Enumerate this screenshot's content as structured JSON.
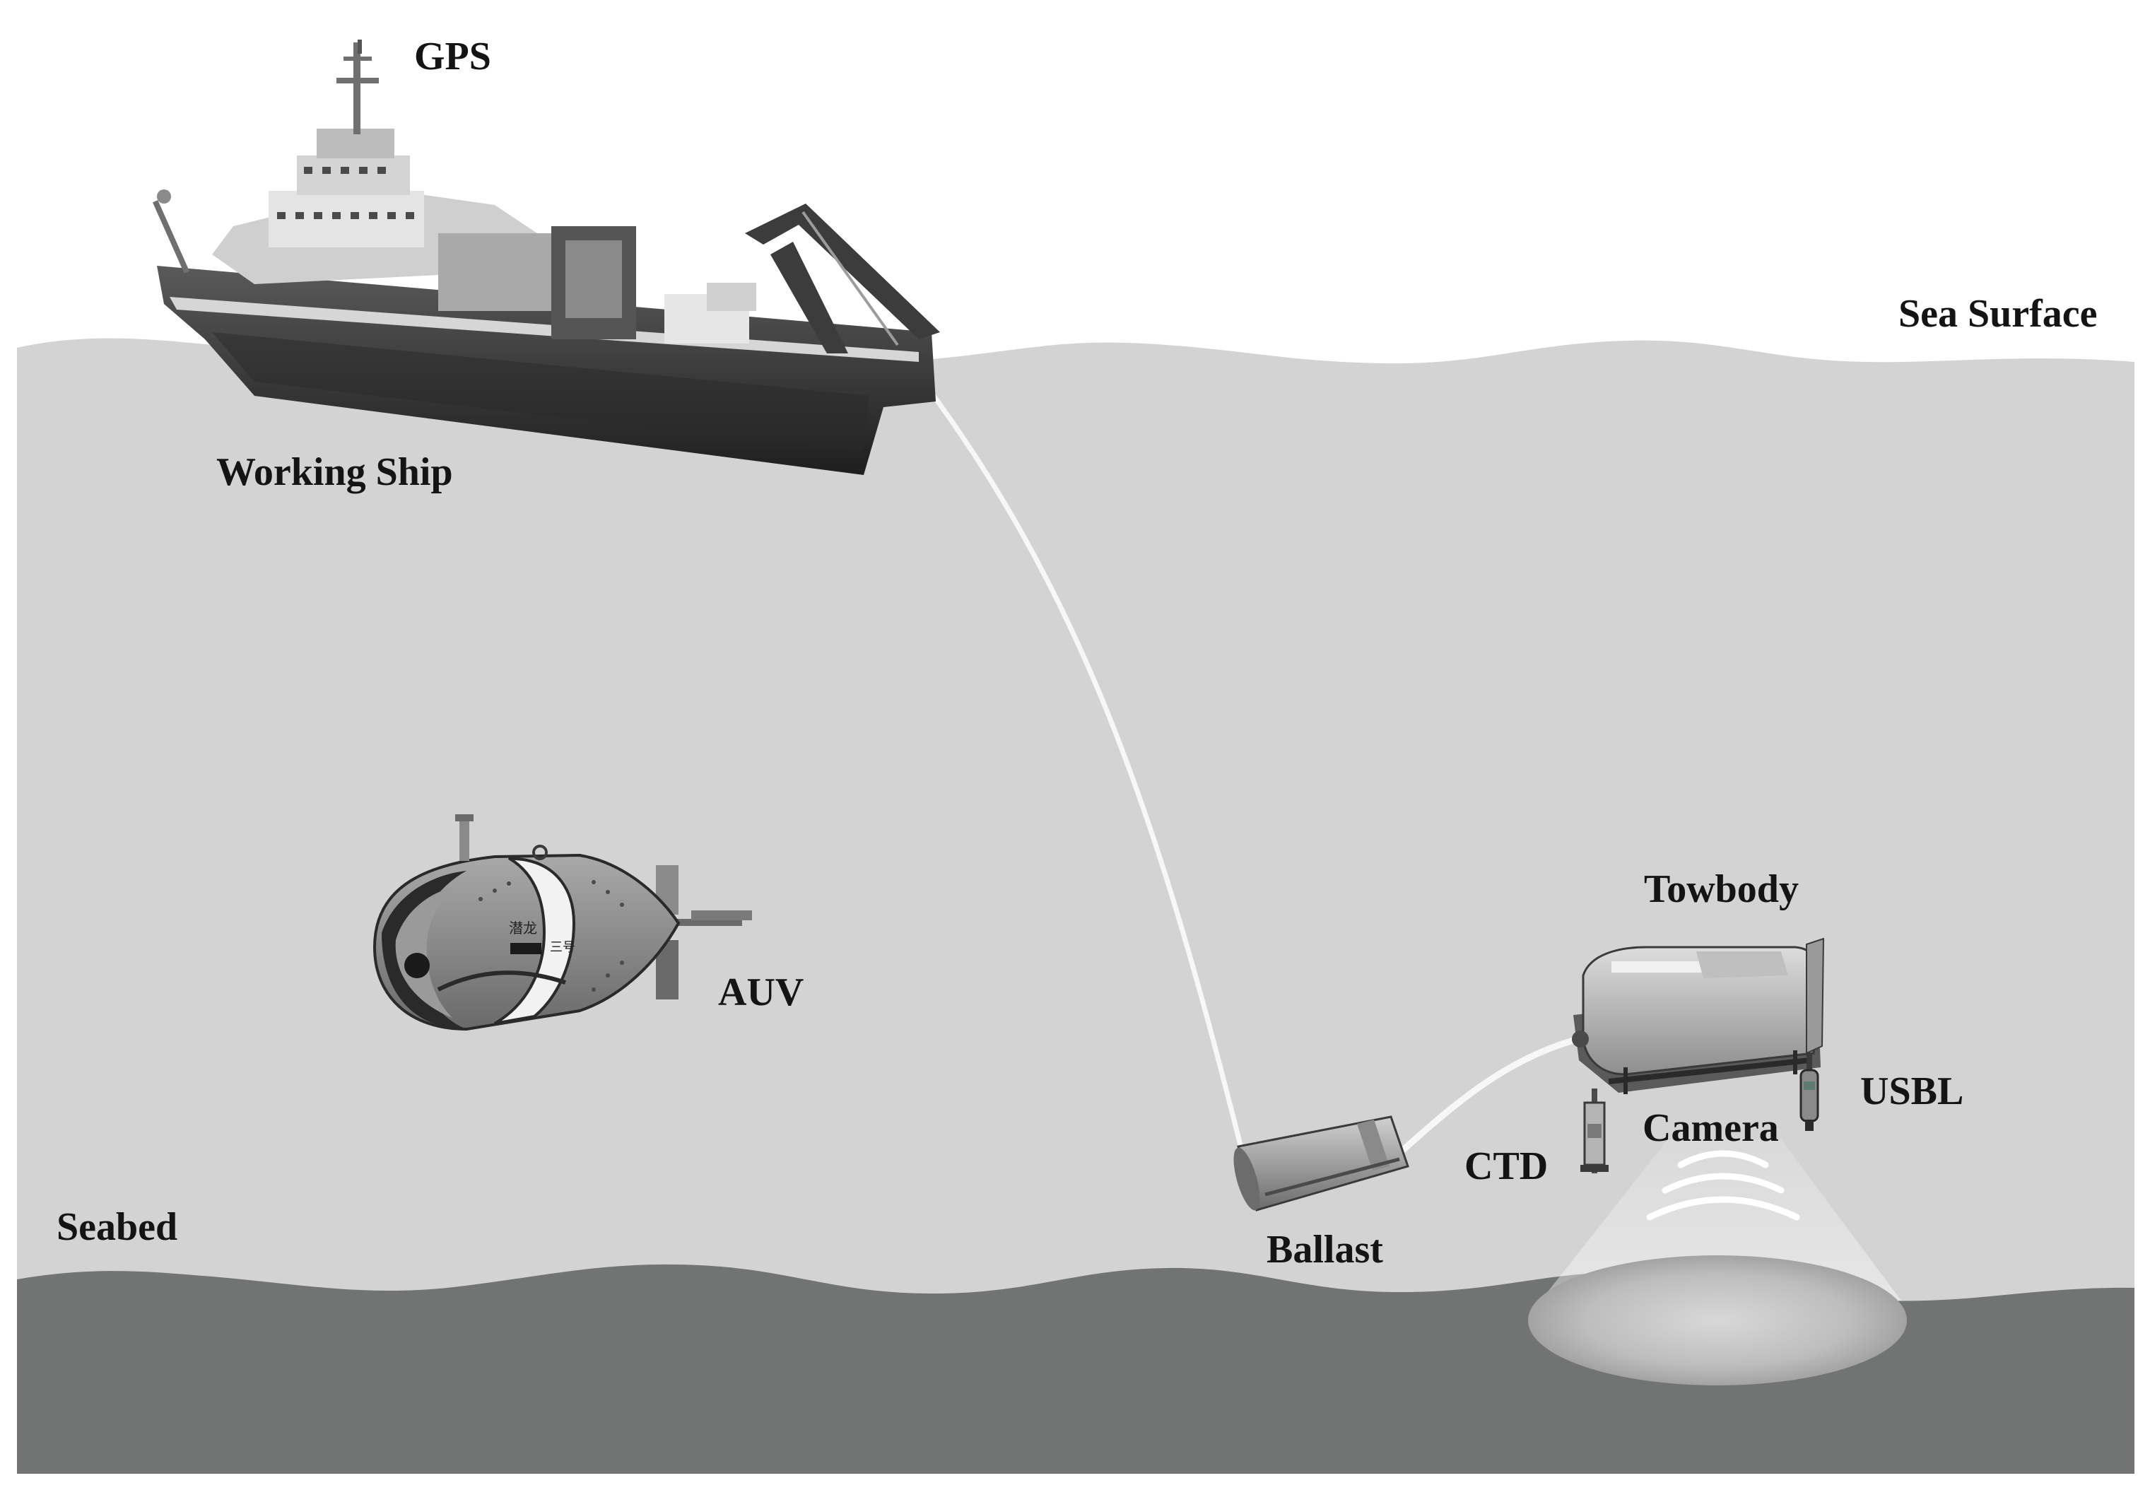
{
  "labels": {
    "gps": "GPS",
    "sea_surface": "Sea Surface",
    "working_ship": "Working Ship",
    "auv": "AUV",
    "towbody": "Towbody",
    "usbl": "USBL",
    "camera": "Camera",
    "ctd": "CTD",
    "ballast": "Ballast",
    "seabed": "Seabed"
  },
  "auv_markings": {
    "line1": "潜龙",
    "line2": "三号"
  },
  "colors": {
    "sky": "#ffffff",
    "water": "#d3d3d3",
    "seabed": "#727474",
    "cable": "#f7f7f7",
    "sonar_arcs": "#ffffff",
    "text": "#141414"
  }
}
